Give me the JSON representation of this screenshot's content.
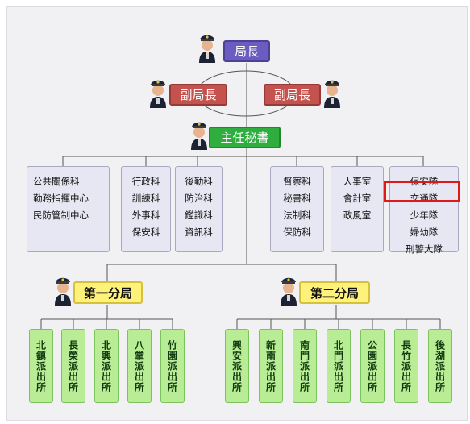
{
  "chart": {
    "chief": "局長",
    "deputies": [
      "副局長",
      "副局長"
    ],
    "secretary": "主任秘書",
    "departments": [
      [
        "公共關係科",
        "勤務指揮中心",
        "民防管制中心"
      ],
      [
        "行政科",
        "訓練科",
        "外事科",
        "保安科"
      ],
      [
        "後勤科",
        "防治科",
        "鑑識科",
        "資訊科"
      ],
      [
        "督察科",
        "秘書科",
        "法制科",
        "保防科"
      ],
      [
        "人事室",
        "會計室",
        "政風室"
      ],
      [
        "保安隊",
        "交通隊",
        "少年隊",
        "婦幼隊",
        "刑警大隊"
      ]
    ],
    "branch1": {
      "name": "第一分局",
      "stations": [
        "北鎮派出所",
        "長榮派出所",
        "北興派出所",
        "八掌派出所",
        "竹園派出所"
      ]
    },
    "branch2": {
      "name": "第二分局",
      "stations": [
        "興安派出所",
        "新南派出所",
        "南門派出所",
        "北門派出所",
        "公園派出所",
        "長竹派出所",
        "後湖派出所"
      ]
    },
    "highlighted_unit": "交通隊"
  },
  "colors": {
    "chief": "#6a5cc0",
    "deputy": "#c4524e",
    "secretary": "#2fae3f",
    "branch": "#fff27a",
    "department_box": "#e7e7f3",
    "station_box": "#b8ec95",
    "highlight_frame": "#e01818",
    "connector": "#555555"
  },
  "icons": {
    "officer": "police-officer-icon"
  }
}
